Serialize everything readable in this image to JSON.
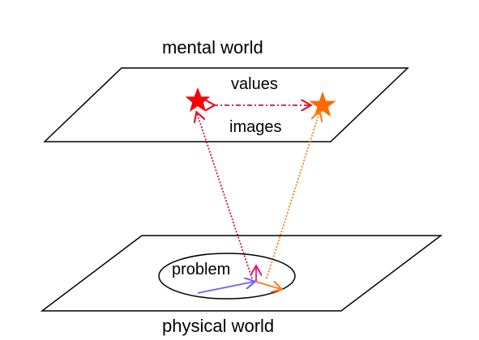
{
  "labels": {
    "mental_world": "mental world",
    "physical_world": "physical world",
    "values": "values",
    "images": "images",
    "problem": "problem"
  },
  "colors": {
    "red_star": "#ff0000",
    "orange_star": "#ff6a00",
    "red_path": "#e0102a",
    "orange_path": "#ff7a1a",
    "magenta_arrow": "#e0207a",
    "blue_arrow": "#7a5cff",
    "orange_arrow": "#ff7a1a",
    "outline": "#000000"
  }
}
